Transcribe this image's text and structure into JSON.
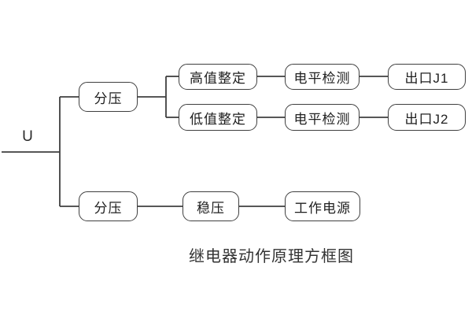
{
  "page": {
    "background": "#ffffff",
    "caption": "继电器动作原理方框图"
  },
  "colors": {
    "line": "#3f3f3f",
    "box_border": "#3f3f3f",
    "box_fill": "#ffffff",
    "text": "#1f1f1f"
  },
  "input": {
    "label": "U"
  },
  "nodes": {
    "fenya_top": "分压",
    "gaozhi_zhengding": "高值整定",
    "dianping_jiance_1": "电平检测",
    "chukou_j1": "出口J1",
    "dizhi_zhengding": "低值整定",
    "dianping_jiance_2": "电平检测",
    "chukou_j2": "出口J2",
    "fenya_bottom": "分压",
    "wenya": "稳压",
    "gongzuo_dianyuan": "工作电源"
  },
  "flow": {
    "branch_top": "U → 分压 → (高值整定 → 电平检测 → 出口J1) / (低值整定 → 电平检测 → 出口J2)",
    "branch_bottom": "U → 分压 → 稳压 → 工作电源"
  }
}
